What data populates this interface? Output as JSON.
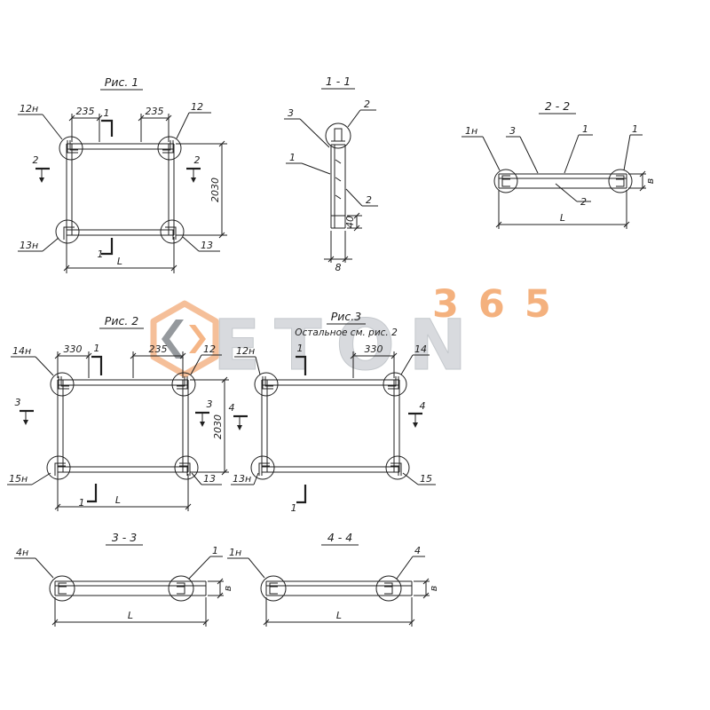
{
  "page": {
    "background": "#ffffff",
    "ink": "#1f1f1f"
  },
  "watermark": {
    "digits": "365",
    "brand": "ETON",
    "orange": "#ef8c43",
    "gray": "#c6cacf"
  },
  "fig1": {
    "title": "Рис. 1",
    "cut1": "1",
    "cut2": "2",
    "anchor_top_left": "12н",
    "anchor_top_right": "12",
    "anchor_bottom_left": "13н",
    "anchor_bottom_right": "13",
    "dim_left": "235",
    "dim_right": "235",
    "dim_height": "2030",
    "dim_length": "L"
  },
  "sec11": {
    "title": "1 - 1",
    "callout_2_top": "2",
    "callout_3": "3",
    "callout_1": "1",
    "callout_2_bottom": "2",
    "dim_40": "40",
    "dim_8": "8"
  },
  "sec22": {
    "title": "2 - 2",
    "callout_1n": "1н",
    "callout_3": "3",
    "callout_1_mid": "1",
    "callout_1_end": "1",
    "callout_2": "2",
    "dim_length": "L",
    "dim_thickness": "в"
  },
  "fig2": {
    "title": "Рис. 2",
    "cut1": "1",
    "cut3": "3",
    "anchor_top_left": "14н",
    "anchor_top_right": "12",
    "anchor_bottom_left": "15н",
    "anchor_bottom_right": "13",
    "dim_330": "330",
    "dim_235": "235",
    "dim_height": "2030",
    "dim_length": "L"
  },
  "fig3": {
    "title": "Рис.3",
    "subtitle": "Остальное см. рис. 2",
    "cut1": "1",
    "cut4": "4",
    "anchor_top_left": "12н",
    "anchor_top_right": "14",
    "anchor_bottom_left": "13н",
    "anchor_bottom_right": "15",
    "dim_330": "330"
  },
  "sec33": {
    "title": "3 - 3",
    "callout_4n": "4н",
    "callout_1": "1",
    "dim_length": "L",
    "dim_thickness": "в"
  },
  "sec44": {
    "title": "4 - 4",
    "callout_1n": "1н",
    "callout_4": "4",
    "dim_length": "L",
    "dim_thickness": "в"
  }
}
